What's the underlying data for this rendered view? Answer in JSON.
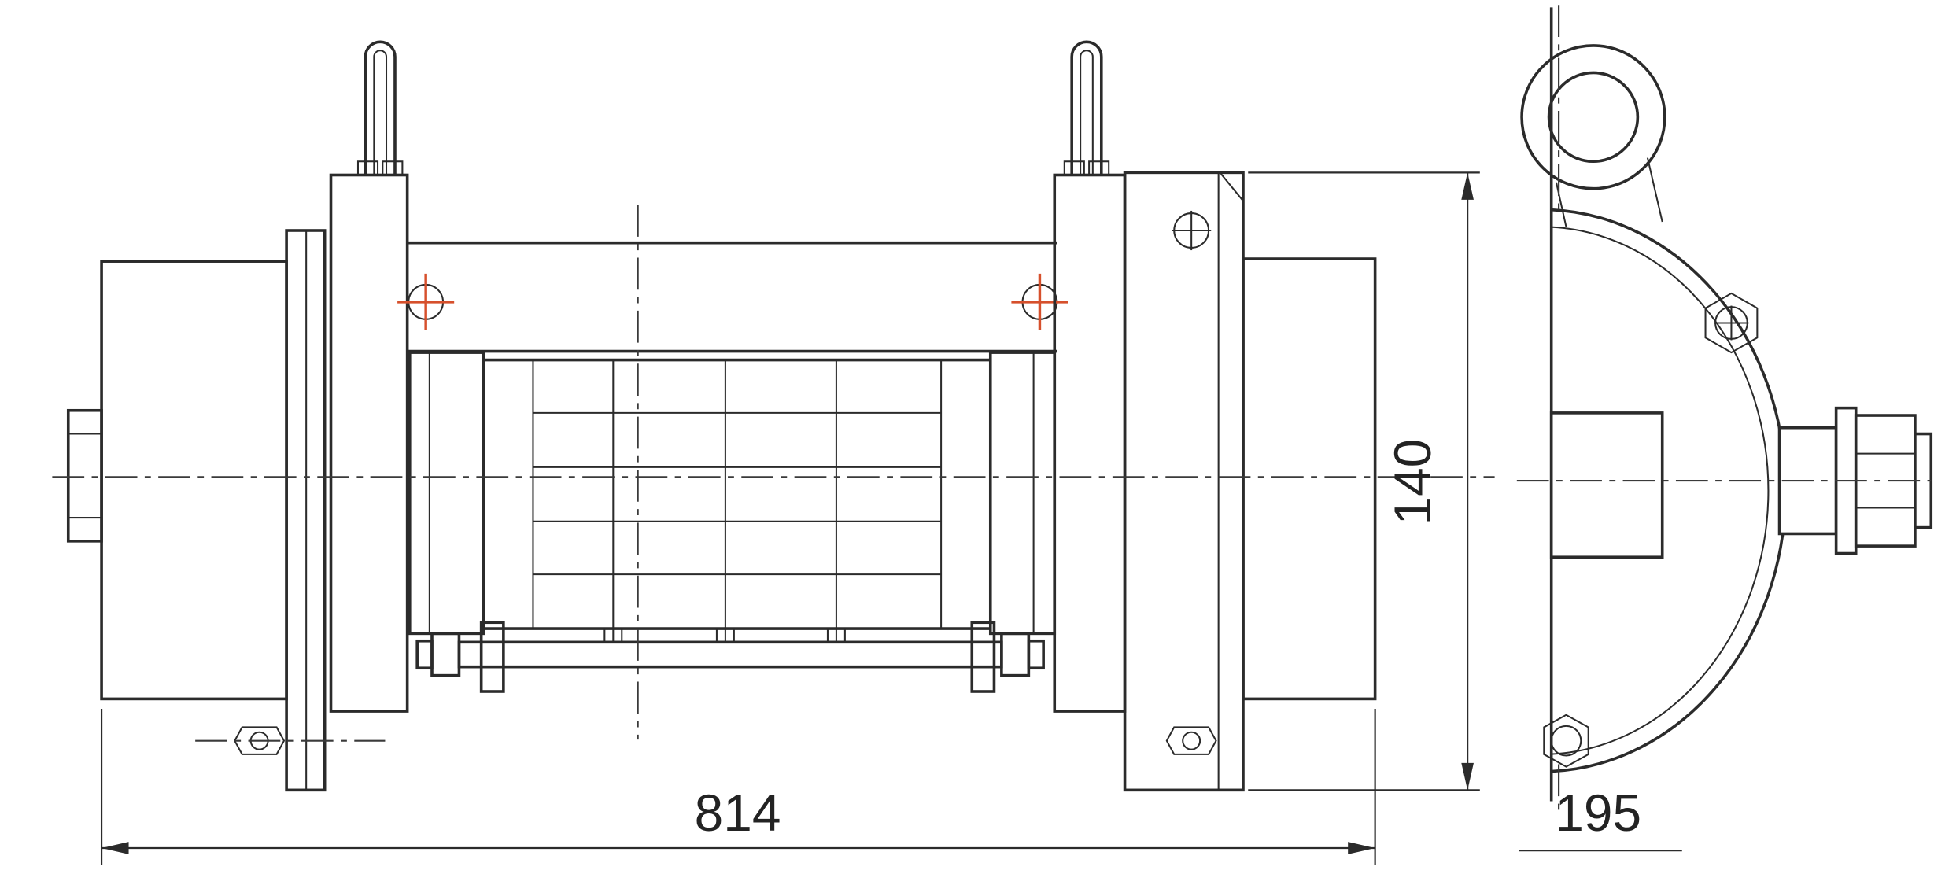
{
  "colors": {
    "line": "#2b2b2b",
    "accent": "#d6502c",
    "background": "#ffffff"
  },
  "drawing": {
    "dimensions": {
      "overall_length": "814",
      "mounting_height": "140",
      "end_view_width": "195"
    }
  }
}
